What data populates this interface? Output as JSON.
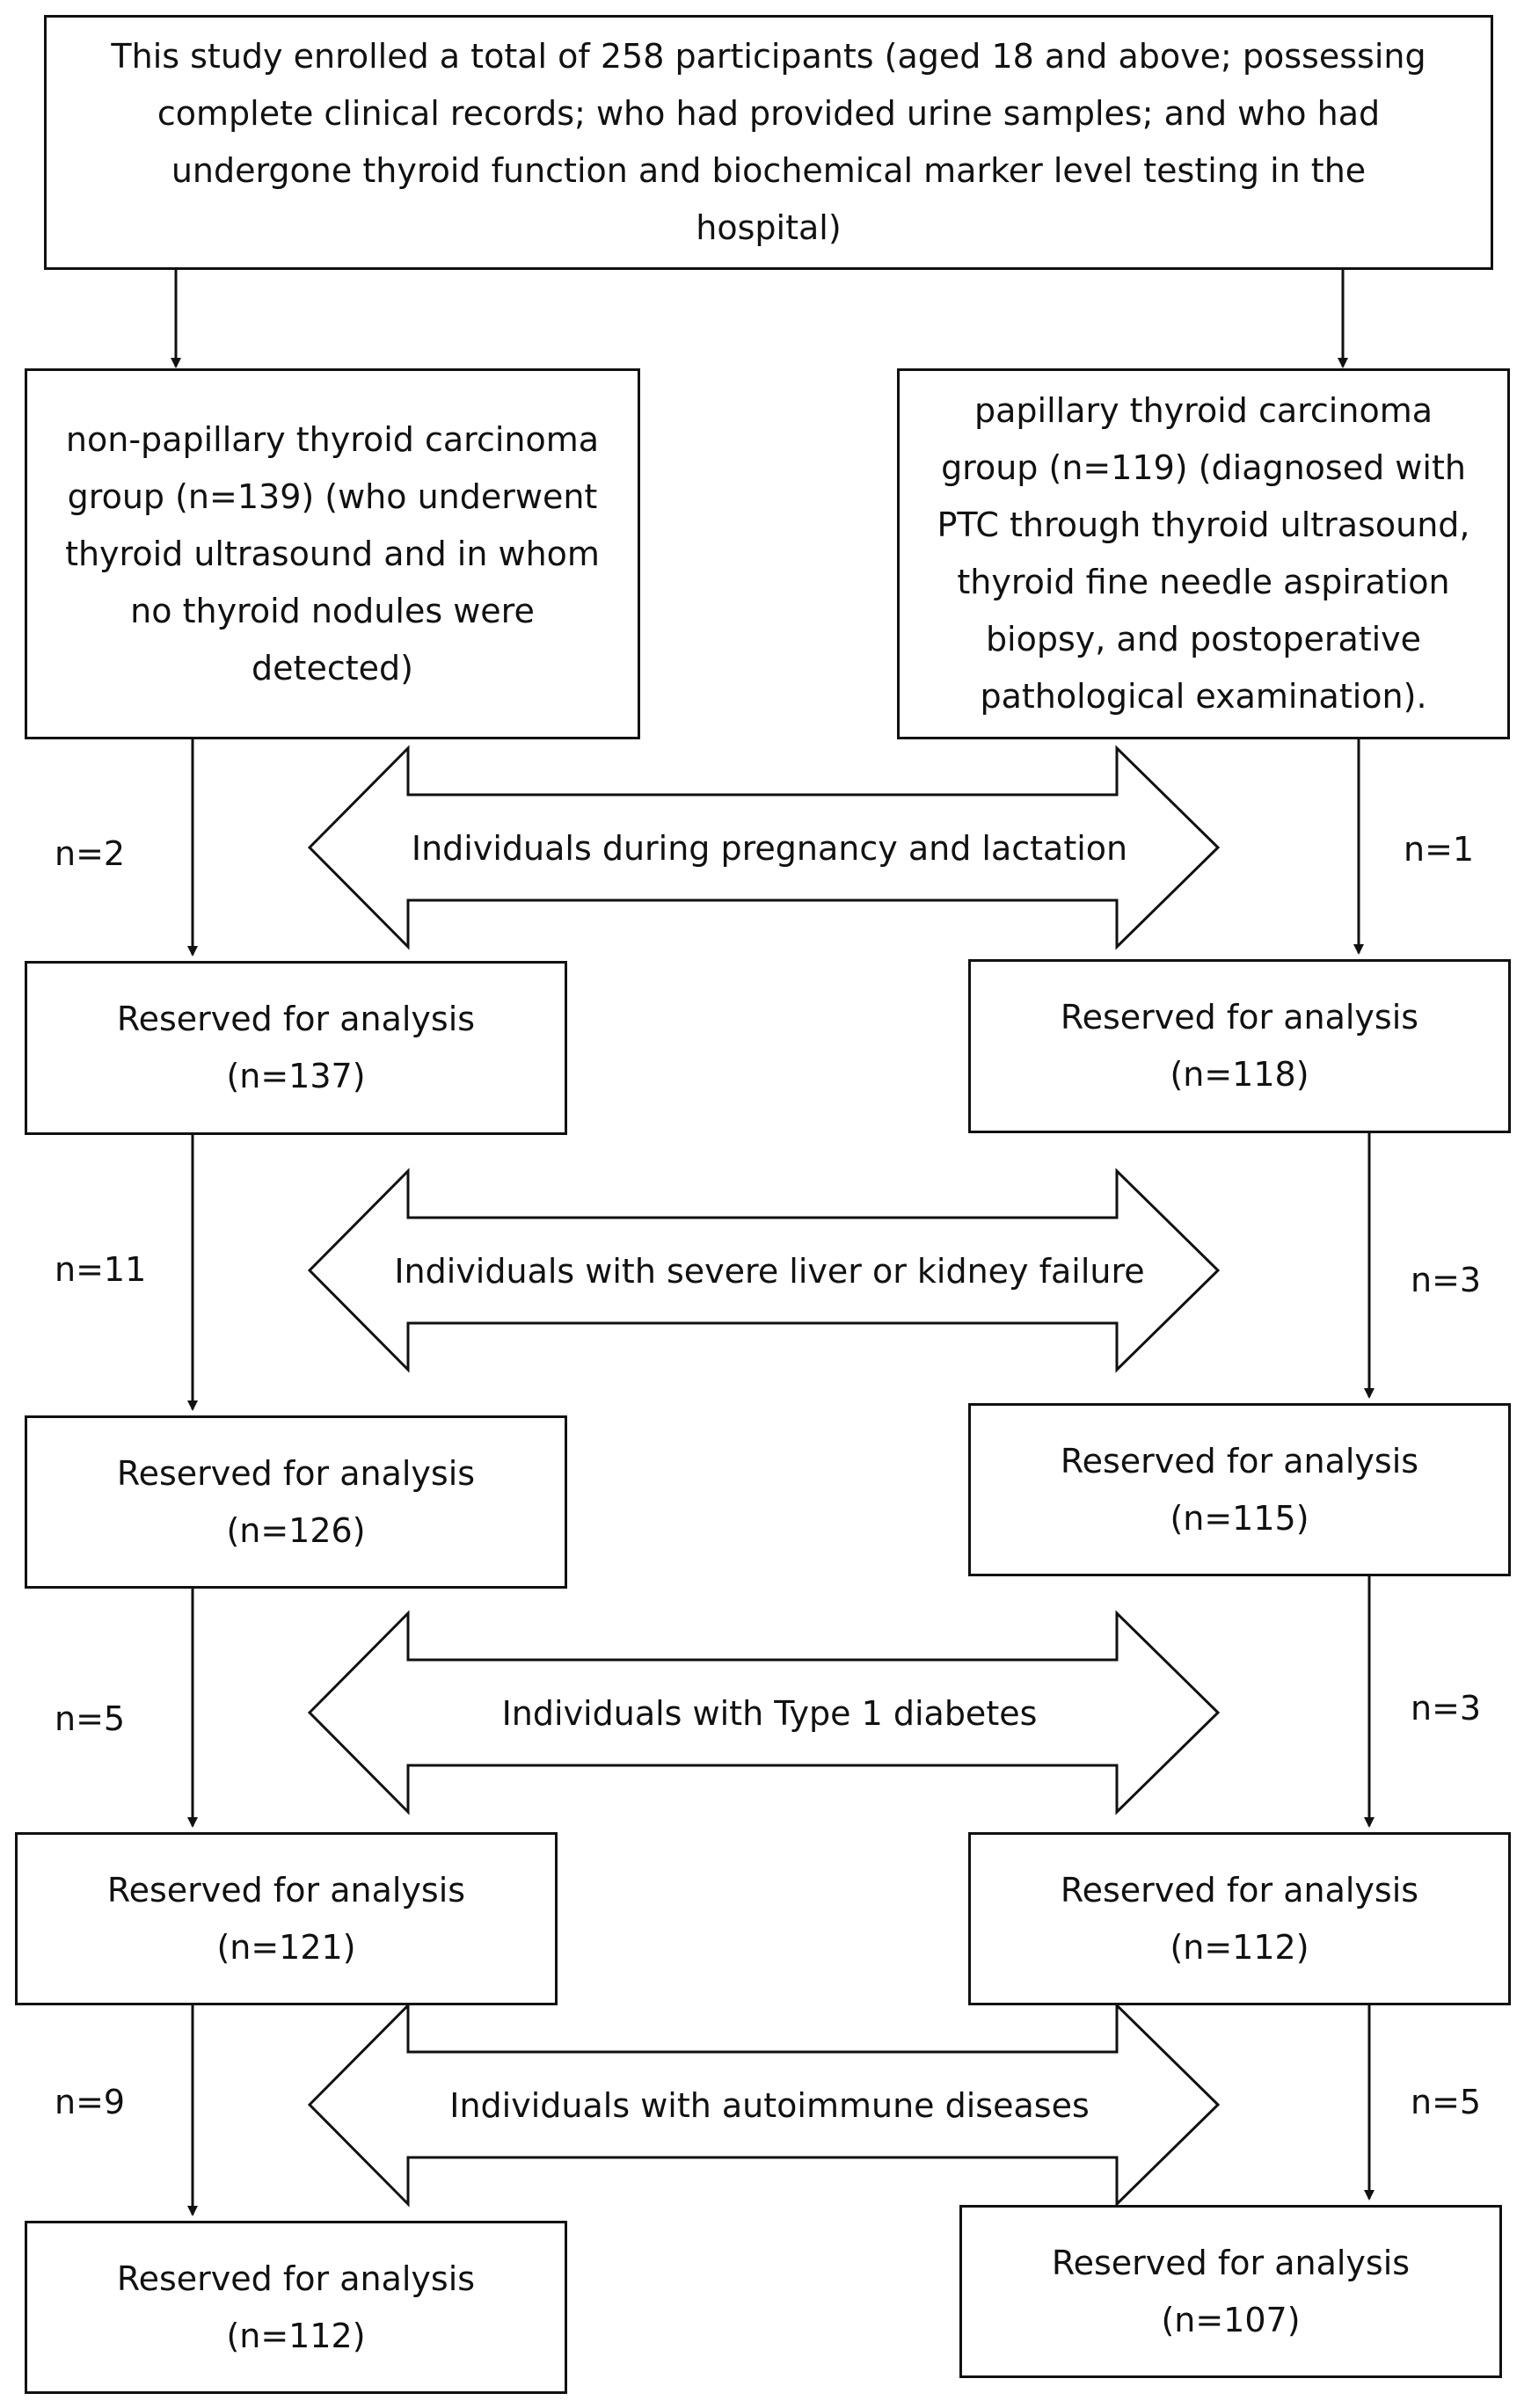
{
  "top": {
    "text": "This study enrolled a total of 258 participants (aged 18 and above; possessing complete clinical records; who had provided urine samples; and who had undergone thyroid function and biochemical marker level testing in the hospital)"
  },
  "left_group": {
    "text": "non-papillary thyroid carcinoma group (n=139) (who underwent thyroid ultrasound and in whom no thyroid nodules were detected)"
  },
  "right_group": {
    "text": "papillary thyroid carcinoma group (n=119) (diagnosed with PTC through thyroid ultrasound, thyroid fine needle aspiration biopsy, and postoperative pathological examination)."
  },
  "stages": [
    {
      "exclusion": "Individuals during pregnancy and lactation",
      "left_removed": "n=2",
      "right_removed": "n=1",
      "left_reserved": {
        "title": "Reserved for analysis",
        "count": "(n=137)"
      },
      "right_reserved": {
        "title": "Reserved for analysis",
        "count": "(n=118)"
      }
    },
    {
      "exclusion": "Individuals with severe liver or kidney failure",
      "left_removed": "n=11",
      "right_removed": "n=3",
      "left_reserved": {
        "title": "Reserved for analysis",
        "count": "(n=126)"
      },
      "right_reserved": {
        "title": "Reserved for analysis",
        "count": "(n=115)"
      }
    },
    {
      "exclusion": "Individuals with Type 1 diabetes",
      "left_removed": "n=5",
      "right_removed": "n=3",
      "left_reserved": {
        "title": "Reserved for analysis",
        "count": "(n=121)"
      },
      "right_reserved": {
        "title": "Reserved for analysis",
        "count": "(n=112)"
      }
    },
    {
      "exclusion": "Individuals with autoimmune diseases",
      "left_removed": "n=9",
      "right_removed": "n=5",
      "left_reserved": {
        "title": "Reserved for analysis",
        "count": "(n=112)"
      },
      "right_reserved": {
        "title": "Reserved for analysis",
        "count": "(n=107)"
      }
    }
  ]
}
